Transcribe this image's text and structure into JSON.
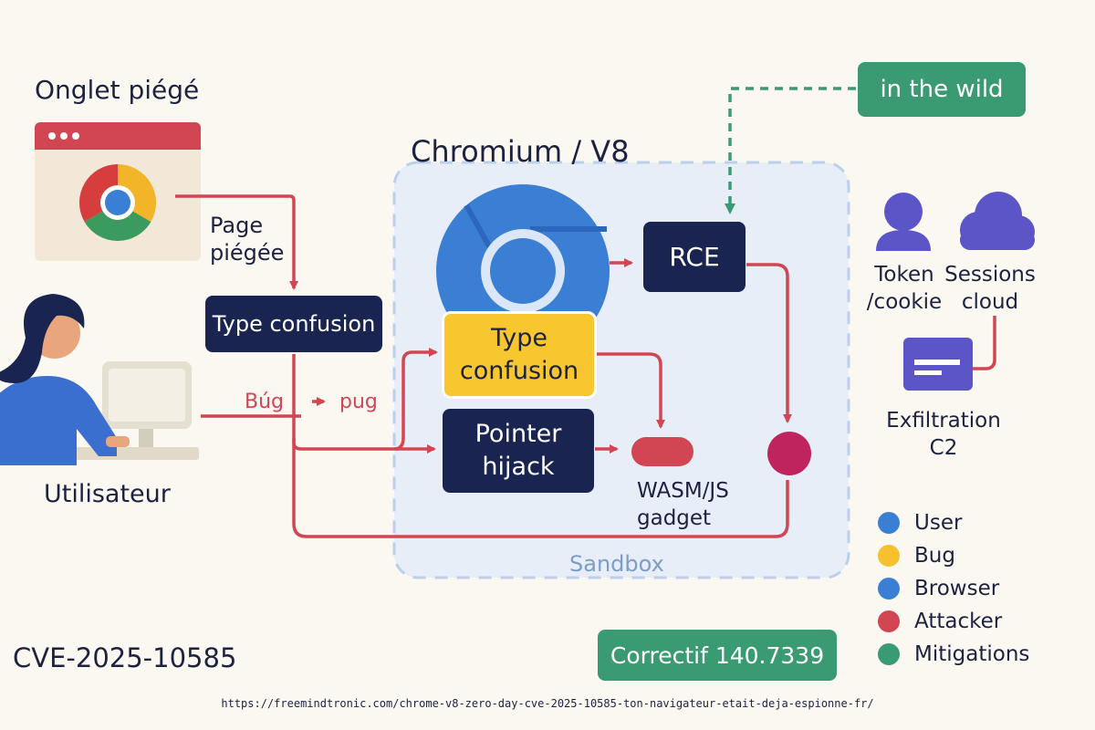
{
  "tab_group": {
    "title": "Onglet piégé",
    "page_label": "Page\npiégée"
  },
  "user_label": "Utilisateur",
  "bug_label": "Búg",
  "pug_label": "pug",
  "left_type_confusion": "Type confusion",
  "chromium_title": "Chromium / V8",
  "sandbox_label": "Sandbox",
  "inner": {
    "type_confusion": "Type\nconfusion",
    "pointer_hijack": "Pointer\nhijack",
    "wasm_gadget": "WASM/JS\ngadget",
    "rce": "RCE"
  },
  "in_the_wild": "in the wild",
  "targets": {
    "token": "Token\n/cookie",
    "sessions": "Sessions\ncloud",
    "exfil": "Exfiltration\nC2"
  },
  "legend": [
    {
      "label": "User",
      "color": "#3b7fd4"
    },
    {
      "label": "Bug",
      "color": "#f5c12e"
    },
    {
      "label": "Browser",
      "color": "#3b7fd4"
    },
    {
      "label": "Attacker",
      "color": "#d24553"
    },
    {
      "label": "Mitigations",
      "color": "#3a9b72"
    }
  ],
  "cve_id": "CVE-2025-10585",
  "patch_label": "Correctif 140.7339",
  "footer_url": "https://freemindtronic.com/chrome-v8-zero-day-cve-2025-10585-ton-navigateur-etait-deja-espionne-fr/",
  "colors": {
    "navy": "#1a2450",
    "attacker": "#d24553",
    "green": "#3a9b72",
    "purple": "#5b55c8",
    "sandbox": "#e7eef8",
    "yellow": "#f8c62f"
  }
}
